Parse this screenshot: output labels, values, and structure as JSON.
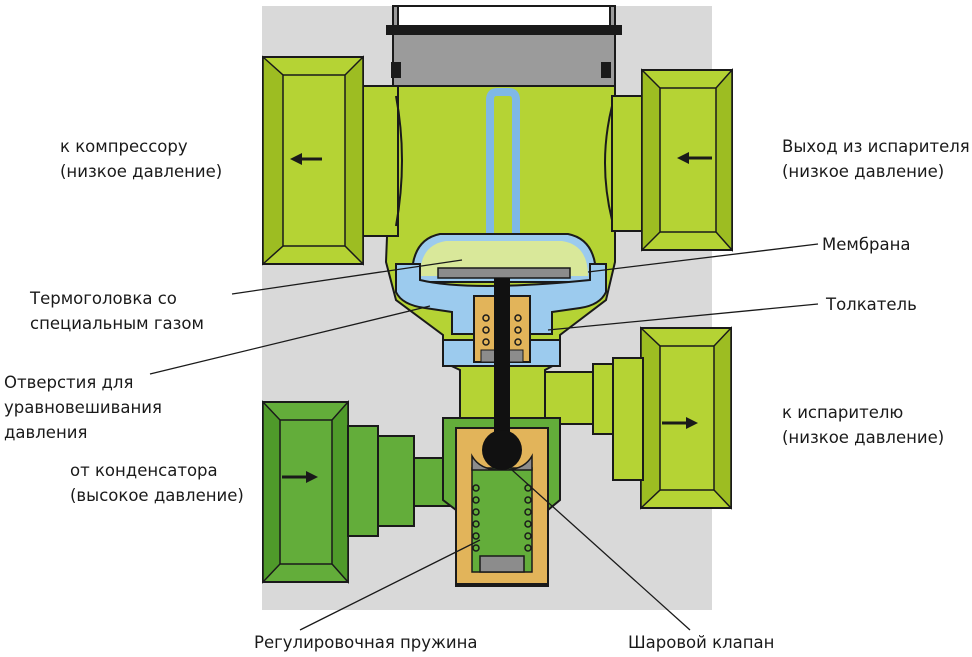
{
  "labels": {
    "compressor": {
      "line1": "к компрессору",
      "line2": "(низкое давление)"
    },
    "evaporator_out": {
      "line1": "Выход из испарителя",
      "line2": "(низкое давление)"
    },
    "membrane": "Мембрана",
    "thermohead": {
      "line1": "Термоголовка со",
      "line2": "специальным газом"
    },
    "pusher": "Толкатель",
    "equalization_holes": {
      "line1": "Отверстия для",
      "line2": "уравновешивания",
      "line3": "давления"
    },
    "to_evaporator": {
      "line1": "к испарителю",
      "line2": "(низкое давление)"
    },
    "from_condenser": {
      "line1": "от конденсатора",
      "line2": "(высокое давление)"
    },
    "adjusting_spring": "Регулировочная пружина",
    "ball_valve": "Шаровой клапан"
  },
  "colors": {
    "background_panel": "#d9d9d9",
    "low_pressure_body": "#b5d334",
    "high_pressure_body": "#63ad3a",
    "thermohead_gas": "#d9e89a",
    "membrane_chamber": "#9ccbee",
    "spring_housing": "#e2b45a",
    "cap": "#9b9b9b",
    "outline": "#1a1a1a"
  },
  "icons": {
    "flow_left_top": "arrow-left-icon",
    "flow_left_top_right": "arrow-left-icon",
    "flow_right_evaporator": "arrow-right-icon",
    "flow_right_condenser": "arrow-right-icon"
  }
}
